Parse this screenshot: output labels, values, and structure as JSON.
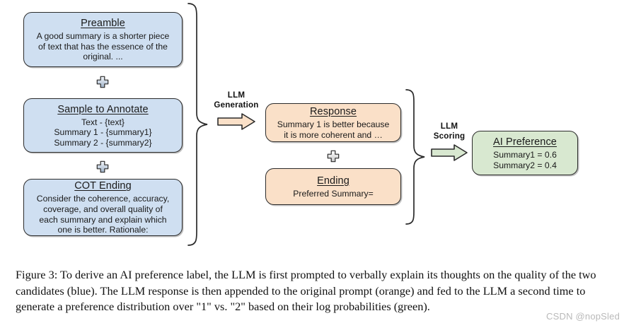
{
  "figure": {
    "prompt_blocks": [
      {
        "name": "preamble",
        "title": "Preamble",
        "body": "A good summary is a shorter piece\nof text that has the essence of the\noriginal. ...",
        "color": "#cfdff1",
        "color_name": "blue"
      },
      {
        "name": "sample-to-annotate",
        "title": "Sample to Annotate",
        "body": "Text - {text}\nSummary 1 - {summary1}\nSummary 2 - {summary2}",
        "color": "#cfdff1",
        "color_name": "blue"
      },
      {
        "name": "cot-ending",
        "title": "COT Ending",
        "body": "Consider the coherence, accuracy,\ncoverage, and overall quality of\neach summary and explain which\none is better. Rationale:",
        "color": "#cfdff1",
        "color_name": "blue"
      }
    ],
    "response_blocks": [
      {
        "name": "response",
        "title": "Response",
        "body": "Summary 1 is better because\nit is more coherent and …",
        "color": "#fae0c8",
        "color_name": "orange"
      },
      {
        "name": "ending",
        "title": "Ending",
        "body": "Preferred Summary=",
        "color": "#fae0c8",
        "color_name": "orange"
      }
    ],
    "output_block": {
      "name": "ai-preference",
      "title": "AI Preference",
      "body": "Summary1 = 0.6\nSummary2 = 0.4",
      "color": "#d8e8d0",
      "color_name": "green"
    },
    "arrows": [
      {
        "name": "llm-generation",
        "label": "LLM\nGeneration",
        "arrow_fill": "#fae0c8"
      },
      {
        "name": "llm-scoring",
        "label": "LLM\nScoring",
        "arrow_fill": "#d8e8d0"
      }
    ],
    "plus_symbols": [
      "+",
      "+",
      "+"
    ],
    "caption": "Figure 3: To derive an AI preference label, the LLM is first prompted to verbally explain its thoughts on the quality of the two candidates (blue). The LLM response is then appended to the original prompt (orange) and fed to the LLM a second time to generate a preference distribution over \"1\" vs. \"2\" based on their log probabilities (green).",
    "watermark": "CSDN @nopSled"
  }
}
